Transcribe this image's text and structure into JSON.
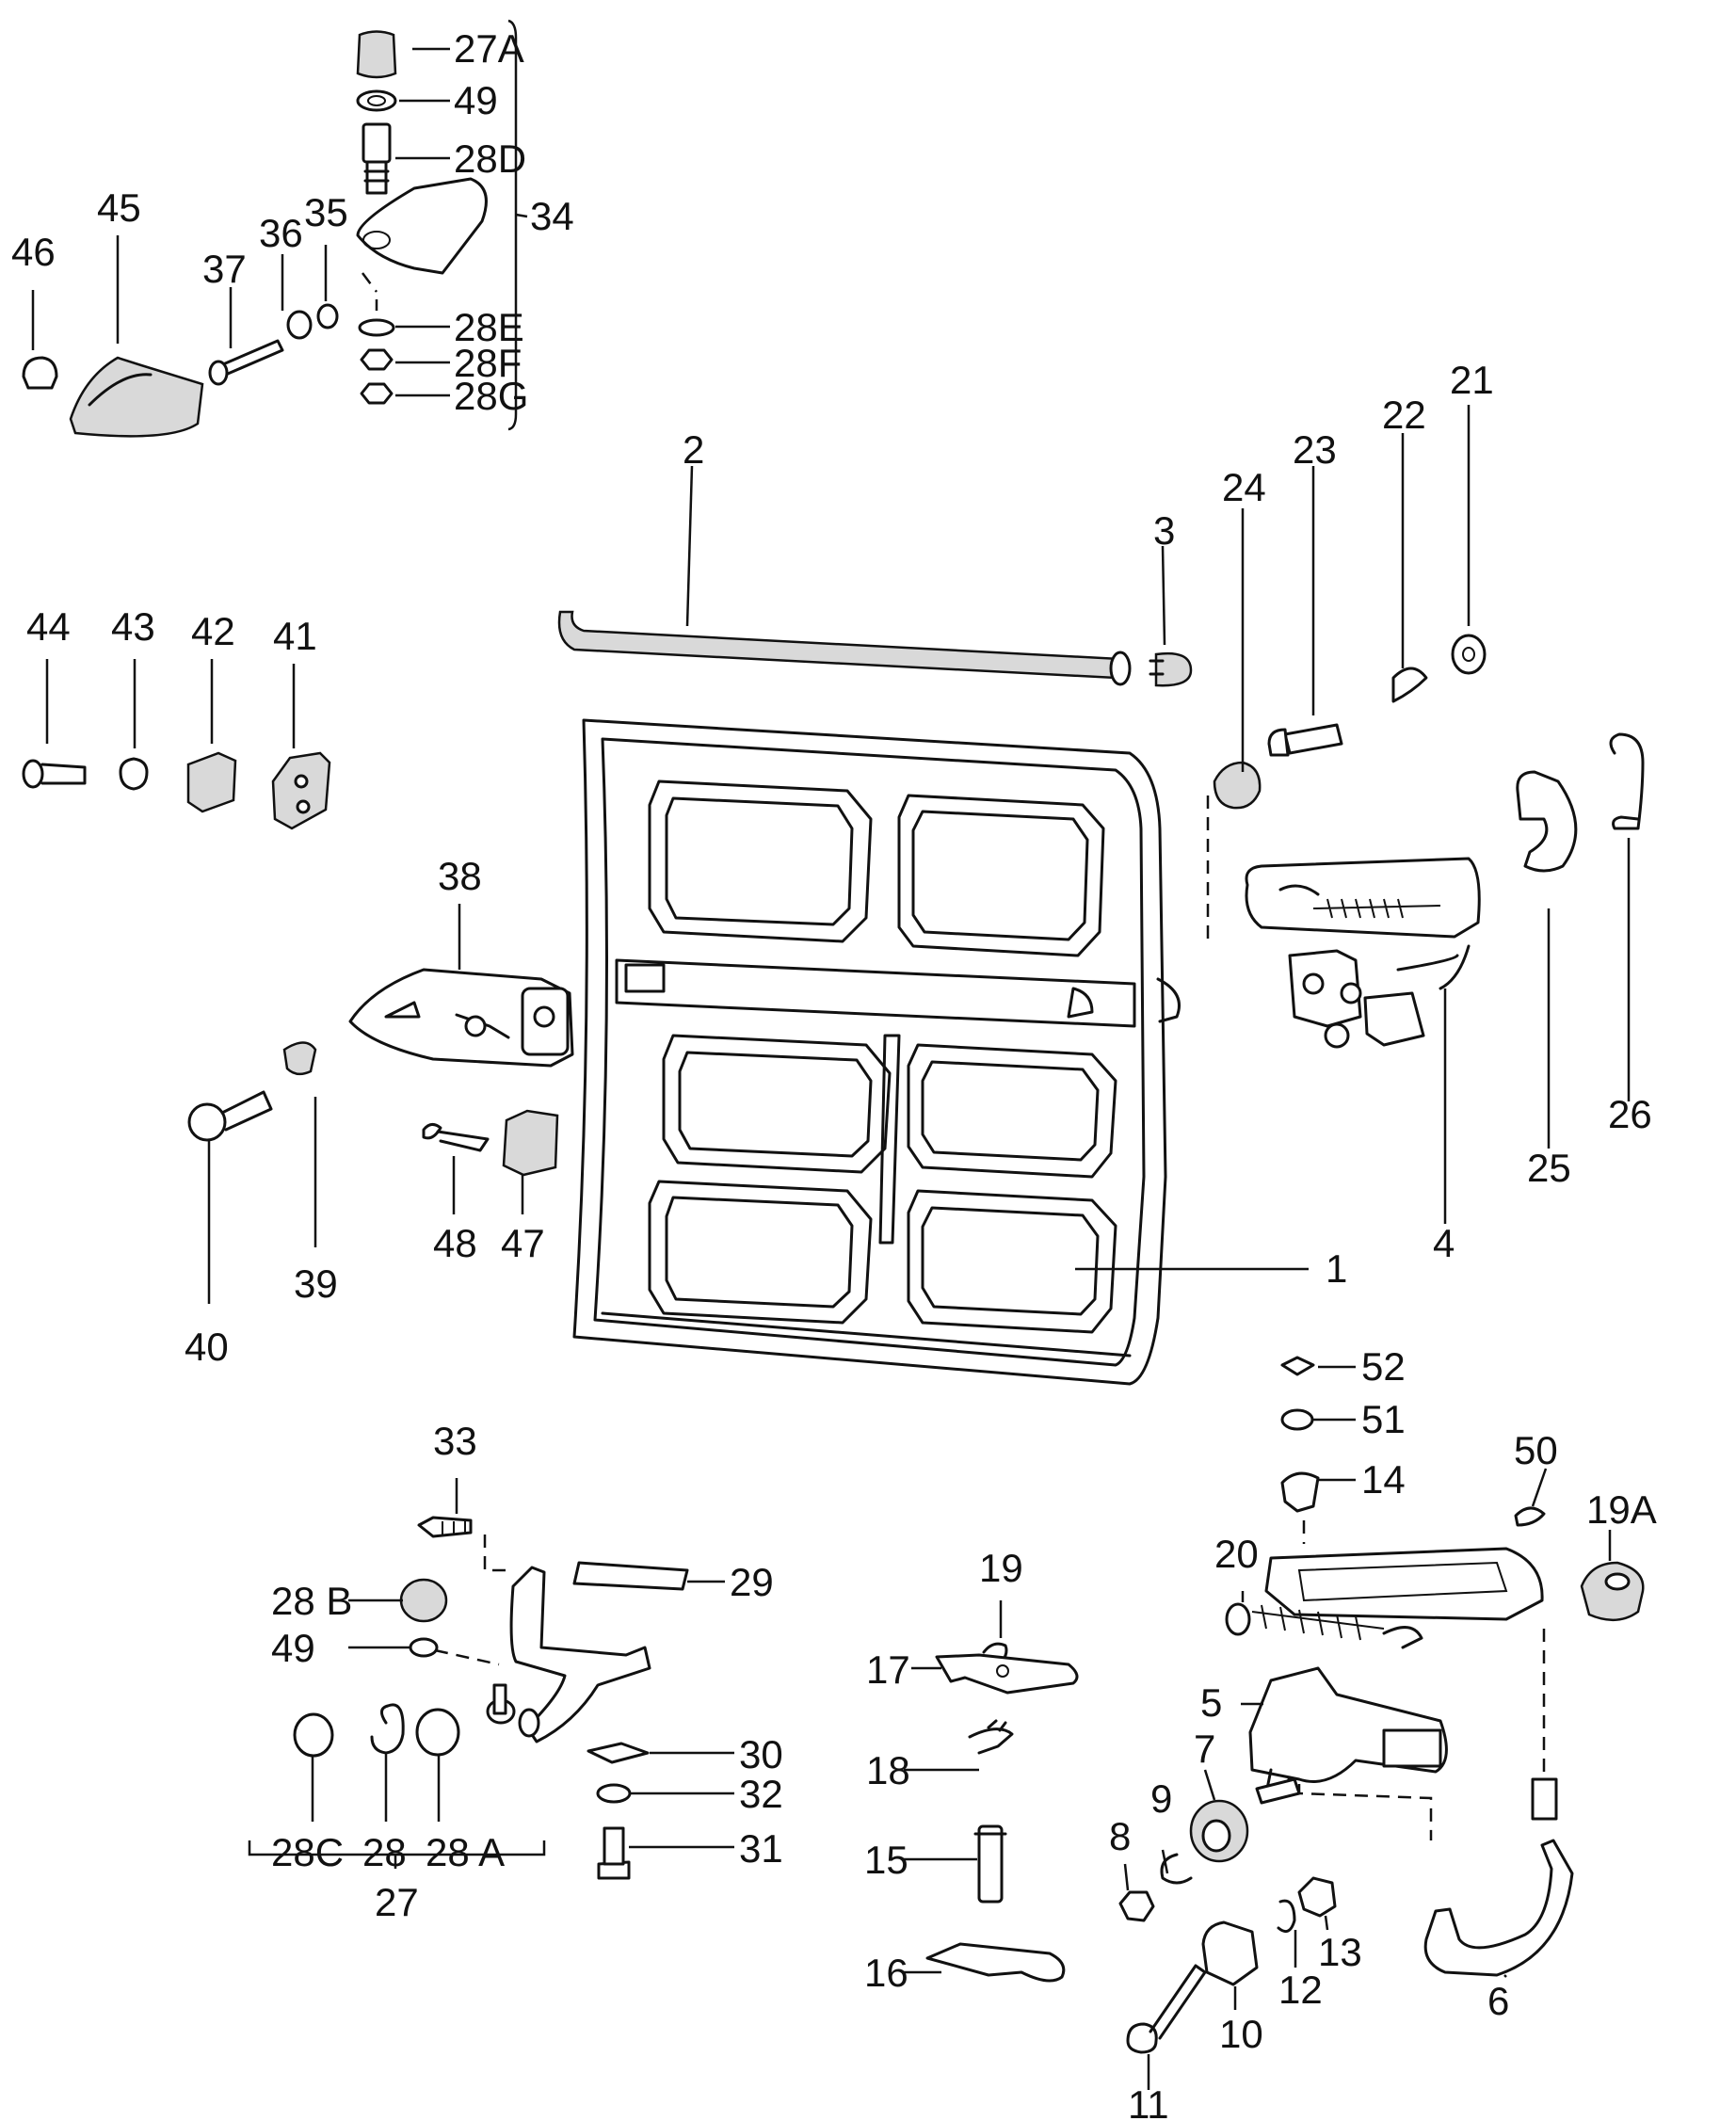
{
  "diagram": {
    "labels": {
      "p1": "1",
      "p2": "2",
      "p3": "3",
      "p4": "4",
      "p5": "5",
      "p6": "6",
      "p7": "7",
      "p8": "8",
      "p9": "9",
      "p10": "10",
      "p11": "11",
      "p12": "12",
      "p13": "13",
      "p14": "14",
      "p15": "15",
      "p16": "16",
      "p17": "17",
      "p18": "18",
      "p19": "19",
      "p19a": "19A",
      "p20": "20",
      "p21": "21",
      "p22": "22",
      "p23": "23",
      "p24": "24",
      "p25": "25",
      "p26": "26",
      "p27": "27",
      "p27a": "27A",
      "p28": "28",
      "p28a": "28 A",
      "p28b": "28 B",
      "p28c": "28C",
      "p28d": "28D",
      "p28e": "28E",
      "p28f": "28F",
      "p28g": "28G",
      "p29": "29",
      "p30": "30",
      "p31": "31",
      "p32": "32",
      "p33": "33",
      "p34": "34",
      "p35": "35",
      "p36": "36",
      "p37": "37",
      "p38": "38",
      "p39": "39",
      "p40": "40",
      "p41": "41",
      "p42": "42",
      "p43": "43",
      "p44": "44",
      "p45": "45",
      "p46": "46",
      "p47": "47",
      "p48": "48",
      "p49a": "49",
      "p49b": "49",
      "p50": "50",
      "p51": "51",
      "p52": "52"
    }
  }
}
